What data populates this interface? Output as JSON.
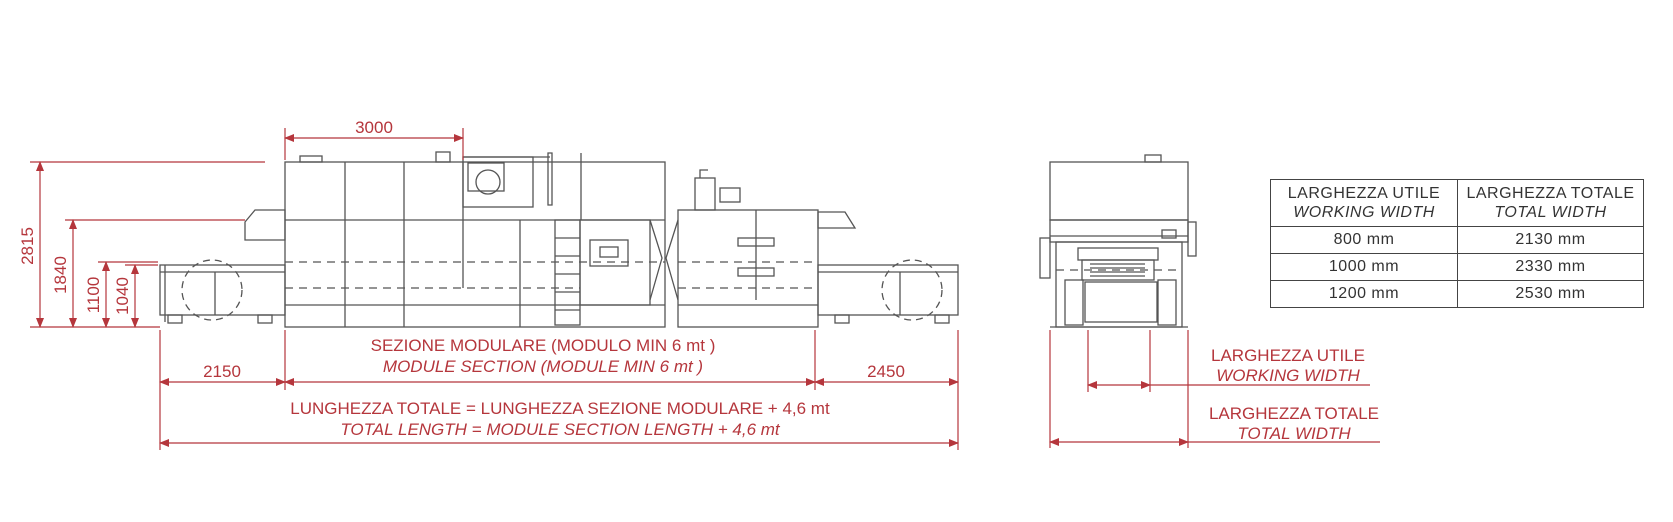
{
  "side_view": {
    "heights": [
      "2815",
      "1840",
      "1100",
      "1040"
    ],
    "top_width": "3000",
    "left_length": "2150",
    "right_length": "2450",
    "module_label_it": "SEZIONE MODULARE (MODULO MIN 6 mt )",
    "module_label_en": "MODULE SECTION (MODULE MIN 6 mt )",
    "total_label_it": "LUNGHEZZA TOTALE = LUNGHEZZA SEZIONE MODULARE + 4,6 mt",
    "total_label_en": "TOTAL LENGTH = MODULE SECTION LENGTH + 4,6 mt"
  },
  "front_view": {
    "working_it": "LARGHEZZA UTILE",
    "working_en": "WORKING WIDTH",
    "total_it": "LARGHEZZA TOTALE",
    "total_en": "TOTAL WIDTH"
  },
  "width_table": {
    "headers": [
      {
        "it": "LARGHEZZA UTILE",
        "en": "WORKING WIDTH"
      },
      {
        "it": "LARGHEZZA TOTALE",
        "en": "TOTAL WIDTH"
      }
    ],
    "rows": [
      [
        "800 mm",
        "2130 mm"
      ],
      [
        "1000 mm",
        "2330 mm"
      ],
      [
        "1200 mm",
        "2530 mm"
      ]
    ]
  },
  "colors": {
    "dimension": "#b5363c",
    "machine": "#444444"
  }
}
